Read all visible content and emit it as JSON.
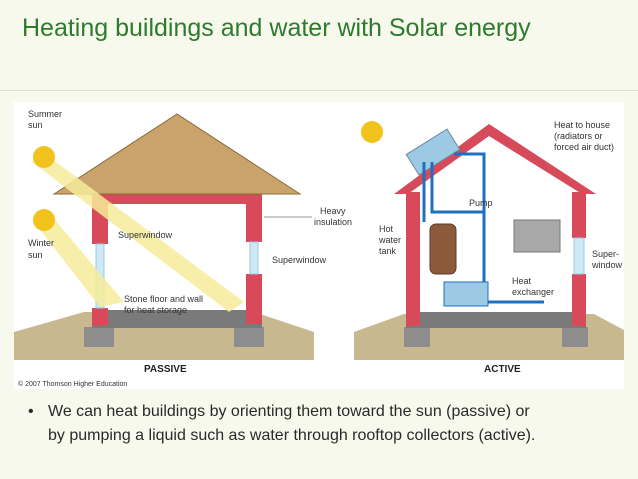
{
  "slide": {
    "title": "Heating buildings and water with Solar energy"
  },
  "figure": {
    "passive_labels": {
      "summer_sun": [
        "Summer",
        "sun"
      ],
      "winter_sun": [
        "Winter",
        "sun"
      ],
      "superwindow_inner": "Superwindow",
      "superwindow_right": "Superwindow",
      "heavy_insulation": [
        "Heavy",
        "insulation"
      ],
      "stone_floor": [
        "Stone floor and wall",
        "for heat storage"
      ],
      "caption": "PASSIVE"
    },
    "active_labels": {
      "pump": "Pump",
      "hot_water_tank": [
        "Hot",
        "water",
        "tank"
      ],
      "heat_to_house": [
        "Heat to house",
        "(radiators or",
        "forced air duct)"
      ],
      "superwindow": [
        "Super-",
        "window"
      ],
      "heat_exchanger": [
        "Heat",
        "exchanger"
      ],
      "caption": "ACTIVE"
    },
    "copyright": "© 2007 Thomson Higher Education"
  },
  "bullets": [
    {
      "marker": "•",
      "line1": "We can heat buildings by orienting them toward the sun (passive) or",
      "line2": "by pumping a liquid such as water through rooftop collectors (active)."
    }
  ],
  "colors": {
    "title": "#2e7a2e",
    "wall": "#d64a5a",
    "pipe": "#1f6fc0",
    "ground": "#b7a67e",
    "roof": "#c9a36b",
    "sun": "#f1c21b"
  }
}
